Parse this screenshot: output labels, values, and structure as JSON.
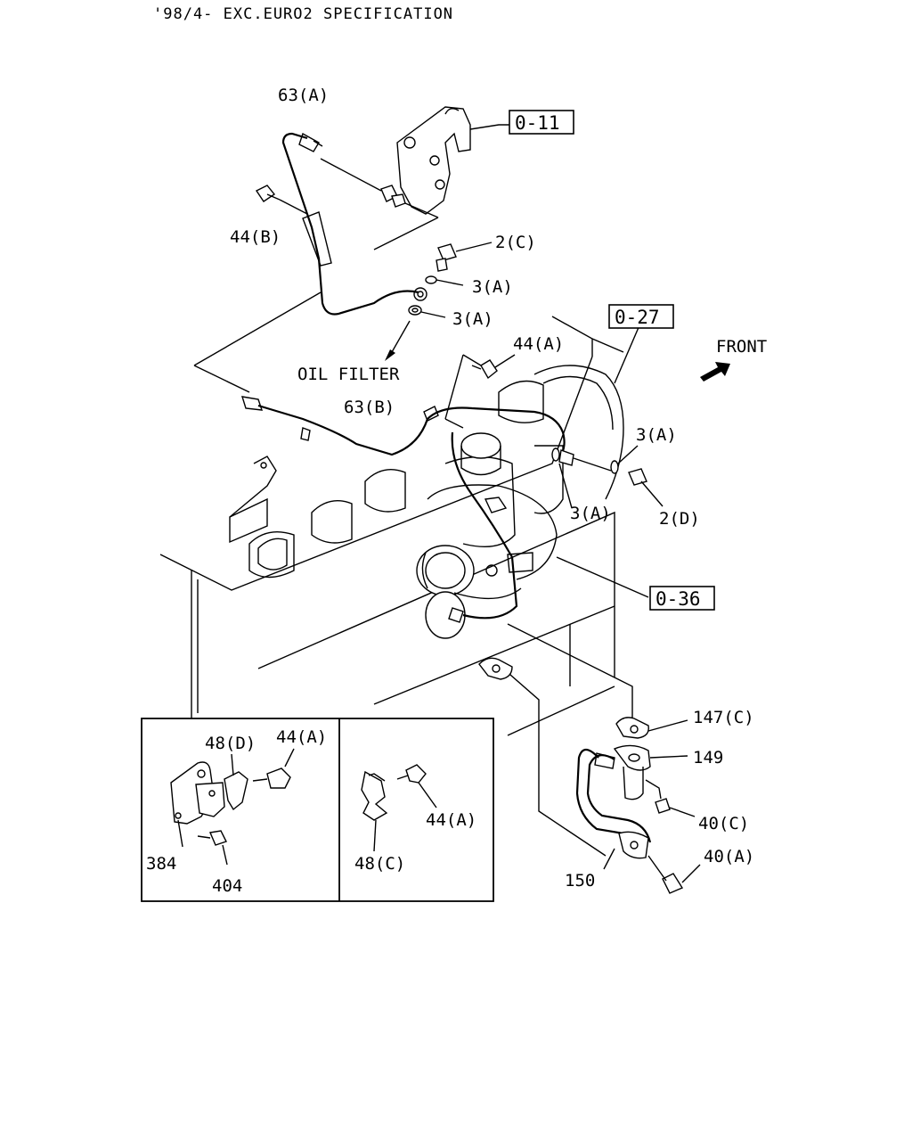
{
  "header": {
    "title": "'98/4- EXC.EURO2 SPECIFICATION"
  },
  "ref_boxes": {
    "r011": "0-11",
    "r027": "0-27",
    "r036": "0-36"
  },
  "direction": {
    "front": "FRONT"
  },
  "callouts": {
    "oil_filter": "OIL FILTER",
    "c63a": "63(A)",
    "c63b": "63(B)",
    "c44b": "44(B)",
    "c2c": "2(C)",
    "c3a_1": "3(A)",
    "c3a_2": "3(A)",
    "c44a_main": "44(A)",
    "c3a_3": "3(A)",
    "c3a_4": "3(A)",
    "c2d": "2(D)",
    "c147c": "147(C)",
    "c149": "149",
    "c40c": "40(C)",
    "c40a": "40(A)",
    "c150": "150"
  },
  "inset": {
    "left": {
      "c48d": "48(D)",
      "c44a": "44(A)",
      "c384": "384",
      "c404": "404"
    },
    "right": {
      "c44a": "44(A)",
      "c48c": "48(C)"
    }
  }
}
